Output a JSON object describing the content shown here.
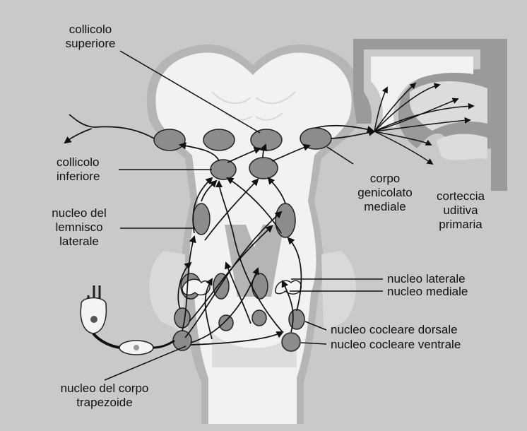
{
  "labels": {
    "collicolo_superiore": [
      "collicolo",
      "superiore"
    ],
    "collicolo_inferiore": [
      "collicolo",
      "inferiore"
    ],
    "nucleo_lemnisco_laterale": [
      "nucleo del",
      "lemnisco",
      "laterale"
    ],
    "corpo_genicolato_mediale": [
      "corpo",
      "genicolato",
      "mediale"
    ],
    "corteccia_uditiva_primaria": [
      "corteccia",
      "uditiva",
      "primaria"
    ],
    "nucleo_laterale": "nucleo laterale",
    "nucleo_mediale": "nucleo mediale",
    "nucleo_cocleare_dorsale": "nucleo cocleare dorsale",
    "nucleo_cocleare_ventrale": "nucleo cocleare ventrale",
    "nucleo_corpo_trapezoide": [
      "nucleo del corpo",
      "trapezoide"
    ]
  },
  "colors": {
    "background": "#c9c9c9",
    "brainstem": "#f2f2f2",
    "outline": "#b0b0b0",
    "nucleus": "#8c8c8c",
    "pathway": "#111111"
  }
}
